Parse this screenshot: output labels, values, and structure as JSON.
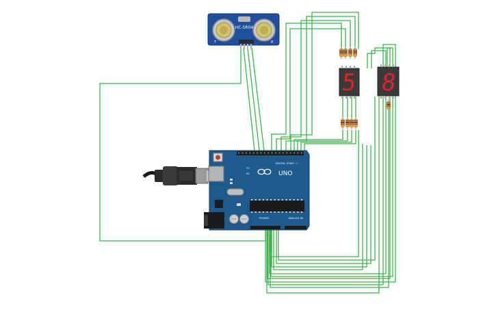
{
  "sensor": {
    "model": "HC-SR04",
    "left_mark": "T",
    "right_mark": "R"
  },
  "board": {
    "brand_name": "UNO",
    "digital_label": "DIGITAL (PWM ~)",
    "power_label": "POWER",
    "analog_label": "ANALOG IN",
    "tx_label": "TX",
    "rx_label": "RX"
  },
  "displays": [
    {
      "digit": "5"
    },
    {
      "digit": "8"
    }
  ],
  "colors": {
    "wire": "#3cb44b",
    "board": "#1e5b8c",
    "segment": "#e0222a",
    "resistor": "#d9a05b"
  }
}
